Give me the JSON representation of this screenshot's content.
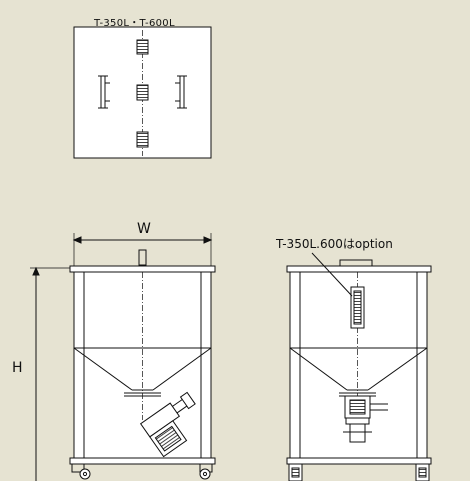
{
  "top_view": {
    "title": "T-350L・T-600L"
  },
  "front_view": {
    "width_label": "W",
    "height_label": "H"
  },
  "side_view": {
    "note": "T-350L.600はoption"
  },
  "colors": {
    "background": "#e6e3d2",
    "panel": "#ffffff",
    "line": "#111111"
  }
}
